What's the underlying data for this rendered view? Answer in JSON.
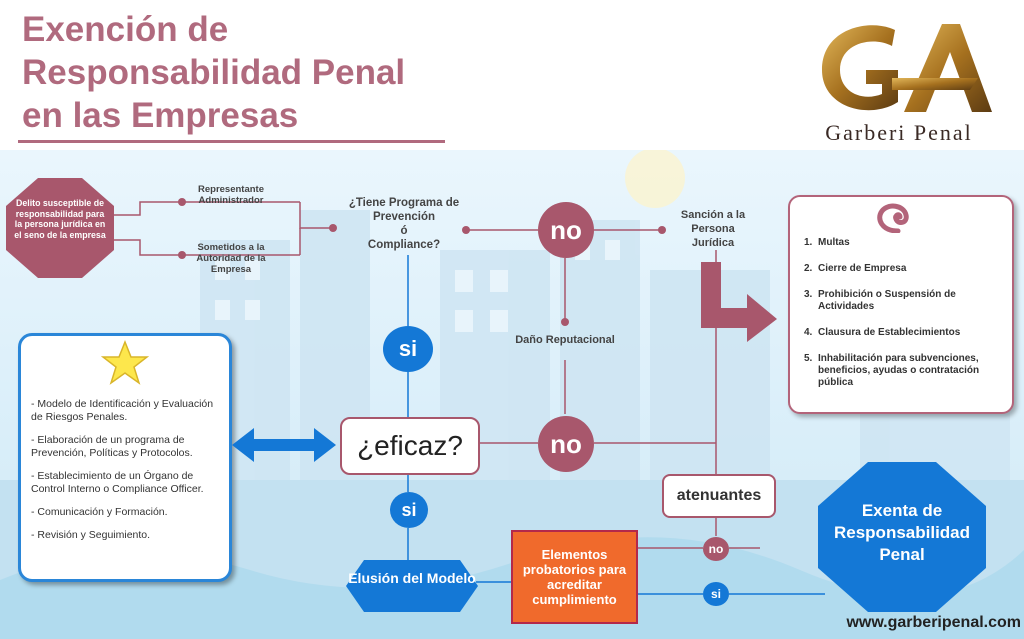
{
  "title": {
    "line1": "Exención de",
    "line2": "Responsabilidad Penal",
    "line3": "en las Empresas"
  },
  "logo": {
    "monogram": "GA",
    "name": "Garberi Penal"
  },
  "nodes": {
    "delito": "Delito susceptible de responsabilidad para la persona jurídica en el seno de la empresa",
    "representante": "Representante Administrador",
    "sometidos": "Sometidos a la Autoridad de la Empresa",
    "pregunta": {
      "line1": "¿Tiene Programa de",
      "line2": "Prevención",
      "line3": "ó",
      "line4": "Compliance?"
    },
    "no1": "no",
    "sancion": "Sanción a la Persona Jurídica",
    "dano": "Daño Reputacional",
    "si1": "si",
    "eficaz": "¿eficaz?",
    "no2": "no",
    "si2": "si",
    "atenuantes": "atenuantes",
    "elusion": "Elusión del Modelo",
    "elementos": "Elementos probatorios para acreditar cumplimiento",
    "no3": "no",
    "si3": "si",
    "exenta": "Exenta de Responsabilidad Penal"
  },
  "model_list": [
    "- Modelo de Identificación y Evaluación de Riesgos Penales.",
    "- Elaboración de un programa de Prevención, Políticas y Protocolos.",
    "- Establecimiento de un Órgano de Control Interno o Compliance Officer.",
    "- Comunicación y Formación.",
    "- Revisión y Seguimiento."
  ],
  "sanctions": [
    {
      "num": "1.",
      "text": "Multas"
    },
    {
      "num": "2.",
      "text": "Cierre de Empresa"
    },
    {
      "num": "3.",
      "text": "Prohibición o Suspensión de Actividades"
    },
    {
      "num": "4.",
      "text": "Clausura de Establecimientos"
    },
    {
      "num": "5.",
      "text": "Inhabilitación para subvenciones, beneficios, ayudas o contratación pública"
    }
  ],
  "footer_url": "www.garberipenal.com",
  "colors": {
    "mauve": "#a8576c",
    "blue": "#1478d6",
    "orange": "#f06a2c",
    "gold": "#b8862a",
    "title": "#b06a7e"
  },
  "icons": {
    "star": "star-icon",
    "spiral": "spiral-icon",
    "arrow": "double-arrow-icon",
    "elbow": "elbow-arrow-icon"
  }
}
